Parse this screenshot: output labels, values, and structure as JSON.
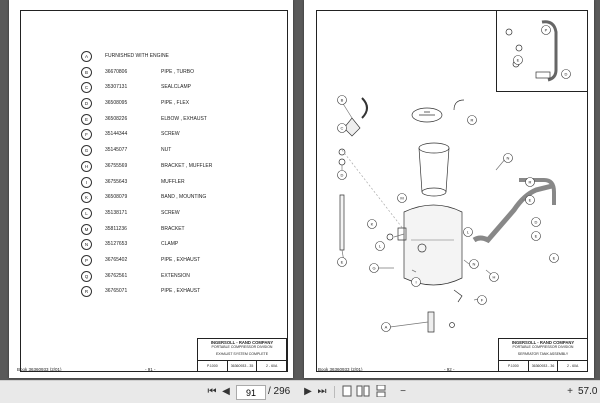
{
  "left_page": {
    "parts": [
      {
        "letter": "A",
        "part": "",
        "desc": "FURNISHED WITH ENGINE"
      },
      {
        "letter": "B",
        "part": "36670806",
        "desc": "PIPE , TURBO"
      },
      {
        "letter": "C",
        "part": "35307131",
        "desc": "SEALCLAMP"
      },
      {
        "letter": "D",
        "part": "36508095",
        "desc": "PIPE , FLEX"
      },
      {
        "letter": "E",
        "part": "36508226",
        "desc": "ELBOW , EXHAUST"
      },
      {
        "letter": "F",
        "part": "35144344",
        "desc": "SCREW"
      },
      {
        "letter": "G",
        "part": "35145077",
        "desc": "NUT"
      },
      {
        "letter": "H",
        "part": "36755569",
        "desc": "BRACKET , MUFFLER"
      },
      {
        "letter": "I",
        "part": "36755643",
        "desc": "MUFFLER"
      },
      {
        "letter": "K",
        "part": "36508079",
        "desc": "BAND , MOUNTING"
      },
      {
        "letter": "L",
        "part": "35138171",
        "desc": "SCREW"
      },
      {
        "letter": "M",
        "part": "35811236",
        "desc": "BRACKET"
      },
      {
        "letter": "N",
        "part": "35127653",
        "desc": "CLAMP"
      },
      {
        "letter": "P",
        "part": "36765402",
        "desc": "PIPE , EXHAUST"
      },
      {
        "letter": "Q",
        "part": "36762561",
        "desc": "EXTENSION"
      },
      {
        "letter": "R",
        "part": "36765071",
        "desc": "PIPE , EXHAUST"
      }
    ],
    "title_block": {
      "company": "INGERSOLL - RAND COMPANY",
      "subtitle": "PORTABLE COMPRESSOR DIVISION",
      "desc": "EXHAUST SYSTEM COMPLETE",
      "cell1": "P.1000",
      "cell2": "36360933 - 35",
      "cell3": "2 - 60A"
    },
    "footer_book": "Book 36360933 (2/01)",
    "footer_page": "- 91 -"
  },
  "right_page": {
    "title_block": {
      "company": "INGERSOLL - RAND COMPANY",
      "subtitle": "PORTABLE COMPRESSOR DIVISION",
      "desc": "SEPARATOR TANK ASSEMBLY",
      "cell1": "P.1000",
      "cell2": "36360933 - 36",
      "cell3": "2 - 60A"
    },
    "footer_book": "Book 36360933 (2/01)",
    "footer_page": "- 92 -"
  },
  "toolbar": {
    "first_icon": "first-page-icon",
    "prev_icon": "previous-page-icon",
    "next_icon": "next-page-icon",
    "last_icon": "last-page-icon",
    "current_page": "91",
    "total_pages": "/ 296",
    "zoom": "57.0"
  }
}
